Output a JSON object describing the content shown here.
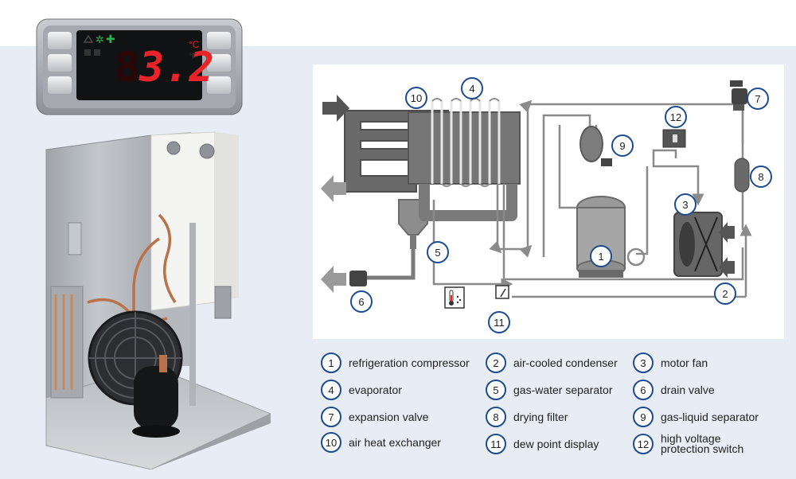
{
  "controller": {
    "reading": "3.2",
    "unit": "°C",
    "unit_alt": "°F"
  },
  "callouts": [
    {
      "number": "1"
    },
    {
      "number": "2"
    },
    {
      "number": "3"
    },
    {
      "number": "4"
    },
    {
      "number": "5"
    },
    {
      "number": "6"
    },
    {
      "number": "7"
    },
    {
      "number": "8"
    },
    {
      "number": "9"
    },
    {
      "number": "10"
    },
    {
      "number": "11"
    },
    {
      "number": "12"
    }
  ],
  "legend": [
    {
      "number": "1",
      "label": "refrigeration compressor"
    },
    {
      "number": "2",
      "label": "air-cooled condenser"
    },
    {
      "number": "3",
      "label": "motor fan"
    },
    {
      "number": "4",
      "label": "evaporator"
    },
    {
      "number": "5",
      "label": "gas-water separator"
    },
    {
      "number": "6",
      "label": "drain valve"
    },
    {
      "number": "7",
      "label": "expansion valve"
    },
    {
      "number": "8",
      "label": "drying filter"
    },
    {
      "number": "9",
      "label": "gas-liquid separator"
    },
    {
      "number": "10",
      "label": "air heat exchanger"
    },
    {
      "number": "11",
      "label": "dew point display"
    },
    {
      "number": "12",
      "label": "high voltage\nprotection switch"
    }
  ],
  "colors": {
    "band": "#e7ecf5",
    "callout_ring": "#1e4b8f",
    "pipe": "#8a8a8a",
    "display_red": "#e8242a",
    "display_green": "#27b24a"
  }
}
